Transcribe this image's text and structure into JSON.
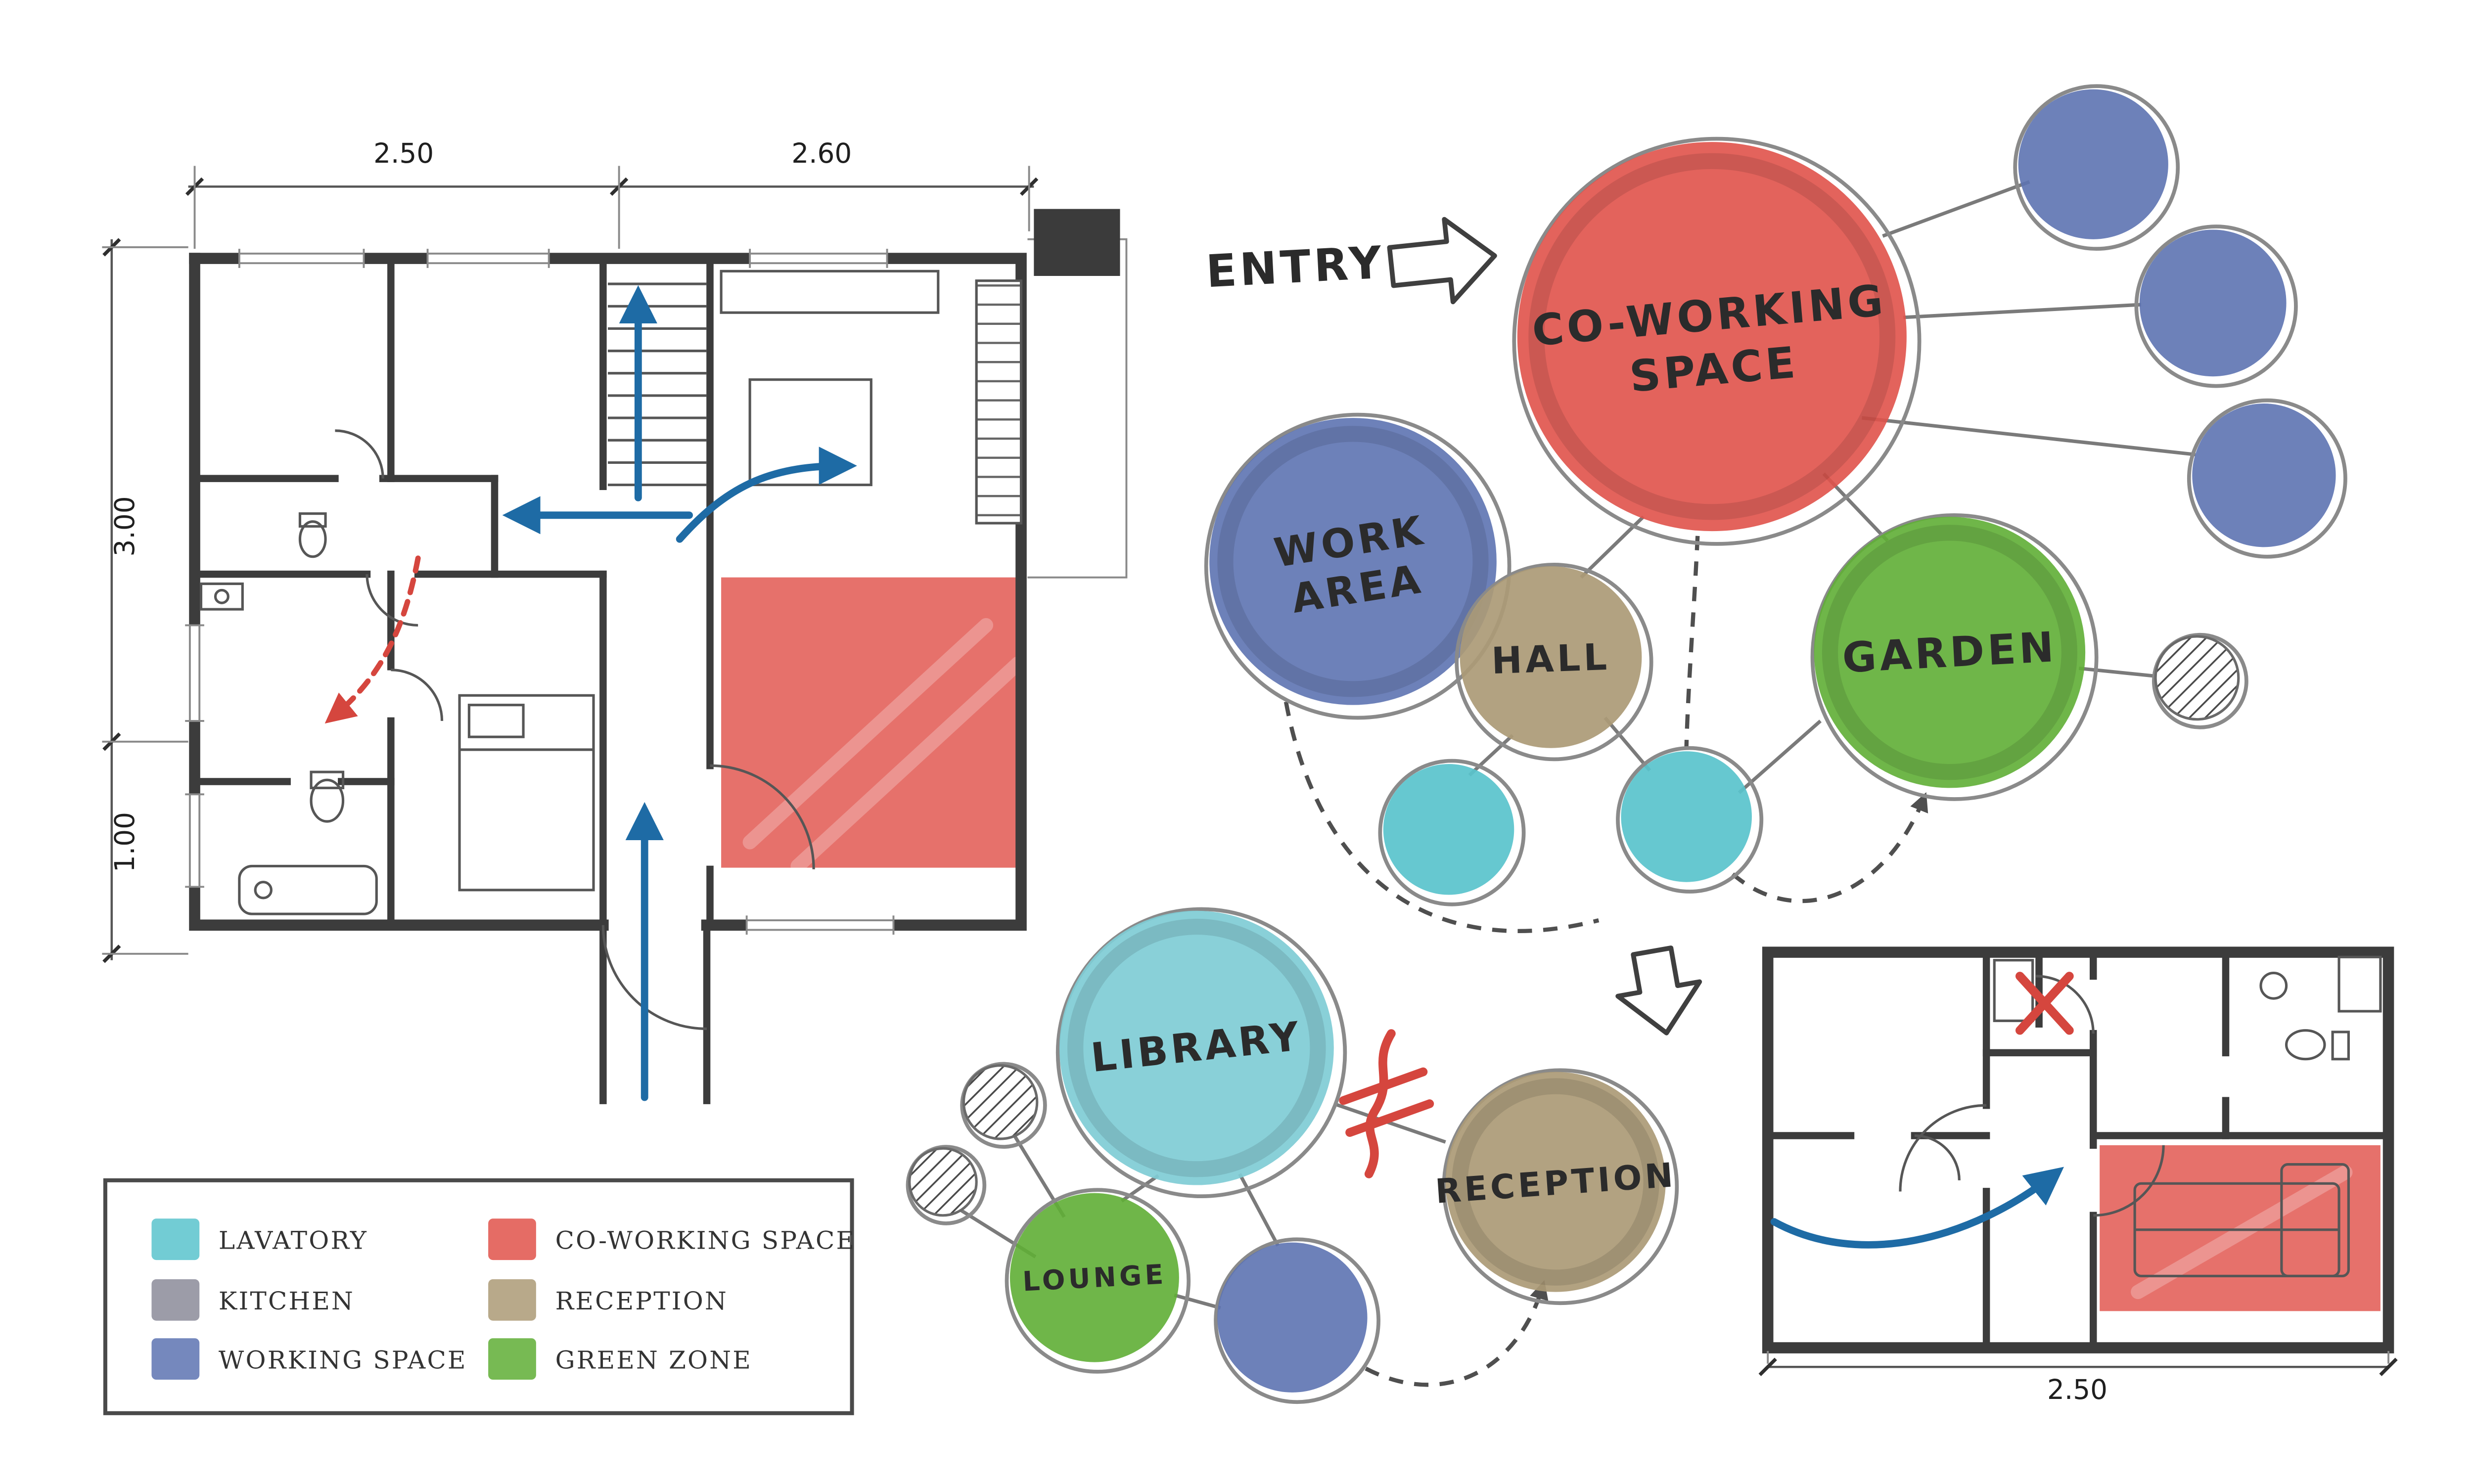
{
  "palette": {
    "red": "#e0524a",
    "blue": "#5d73b1",
    "teal": "#59c3cc",
    "teal_light": "#7fccd5",
    "green": "#5fae35",
    "tan": "#ab9a76",
    "gray_kitchen": "#8b8b99",
    "wall": "#3c3c3c",
    "arrow_blue": "#1e6ba5",
    "arrow_red": "#d5463e"
  },
  "entry": {
    "label": "ENTRY"
  },
  "bubbles": {
    "coworking": {
      "line1": "CO-WORKING",
      "line2": "SPACE"
    },
    "work_area": {
      "line1": "WORK",
      "line2": "AREA"
    },
    "hall": {
      "label": "HALL"
    },
    "garden": {
      "label": "GARDEN"
    },
    "library": {
      "label": "LIBRARY"
    },
    "lounge": {
      "label": "LOUNGE"
    },
    "reception": {
      "label": "RECEPTION"
    }
  },
  "dimensions": {
    "plan1_top_left": "2.50",
    "plan1_top_right": "2.60",
    "plan1_side_upper": "3.00",
    "plan1_side_lower": "1.00",
    "plan2_bottom": "2.50"
  },
  "legend": {
    "items": [
      {
        "label": "LAVATORY",
        "color": "#59c3cc"
      },
      {
        "label": "KITCHEN",
        "color": "#8b8b99"
      },
      {
        "label": "WORKING SPACE",
        "color": "#5d73b1"
      },
      {
        "label": "CO-WORKING SPACE",
        "color": "#e0524a"
      },
      {
        "label": "RECEPTION",
        "color": "#ab9a76"
      },
      {
        "label": "GREEN ZONE",
        "color": "#5fae35"
      }
    ]
  }
}
